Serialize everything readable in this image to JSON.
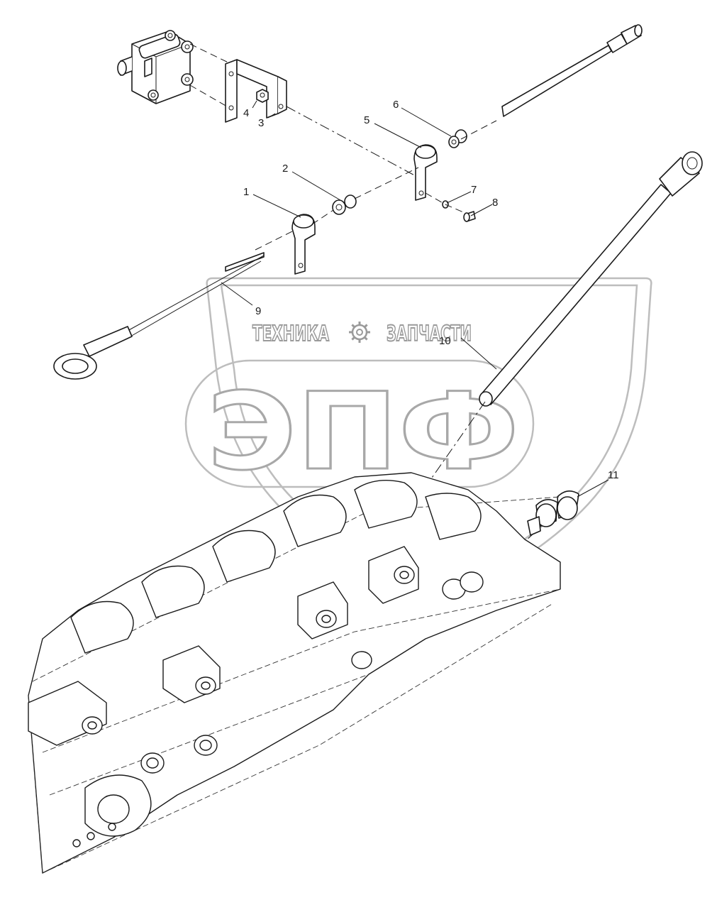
{
  "watermark": {
    "line1_left": "ТЕХНИКА",
    "line1_right": "ЗАПЧАСТИ",
    "logo": "ЭПФ",
    "gear_icon": "gear-icon"
  },
  "callouts": [
    "1",
    "2",
    "3",
    "4",
    "5",
    "6",
    "7",
    "8",
    "9",
    "10",
    "11"
  ]
}
